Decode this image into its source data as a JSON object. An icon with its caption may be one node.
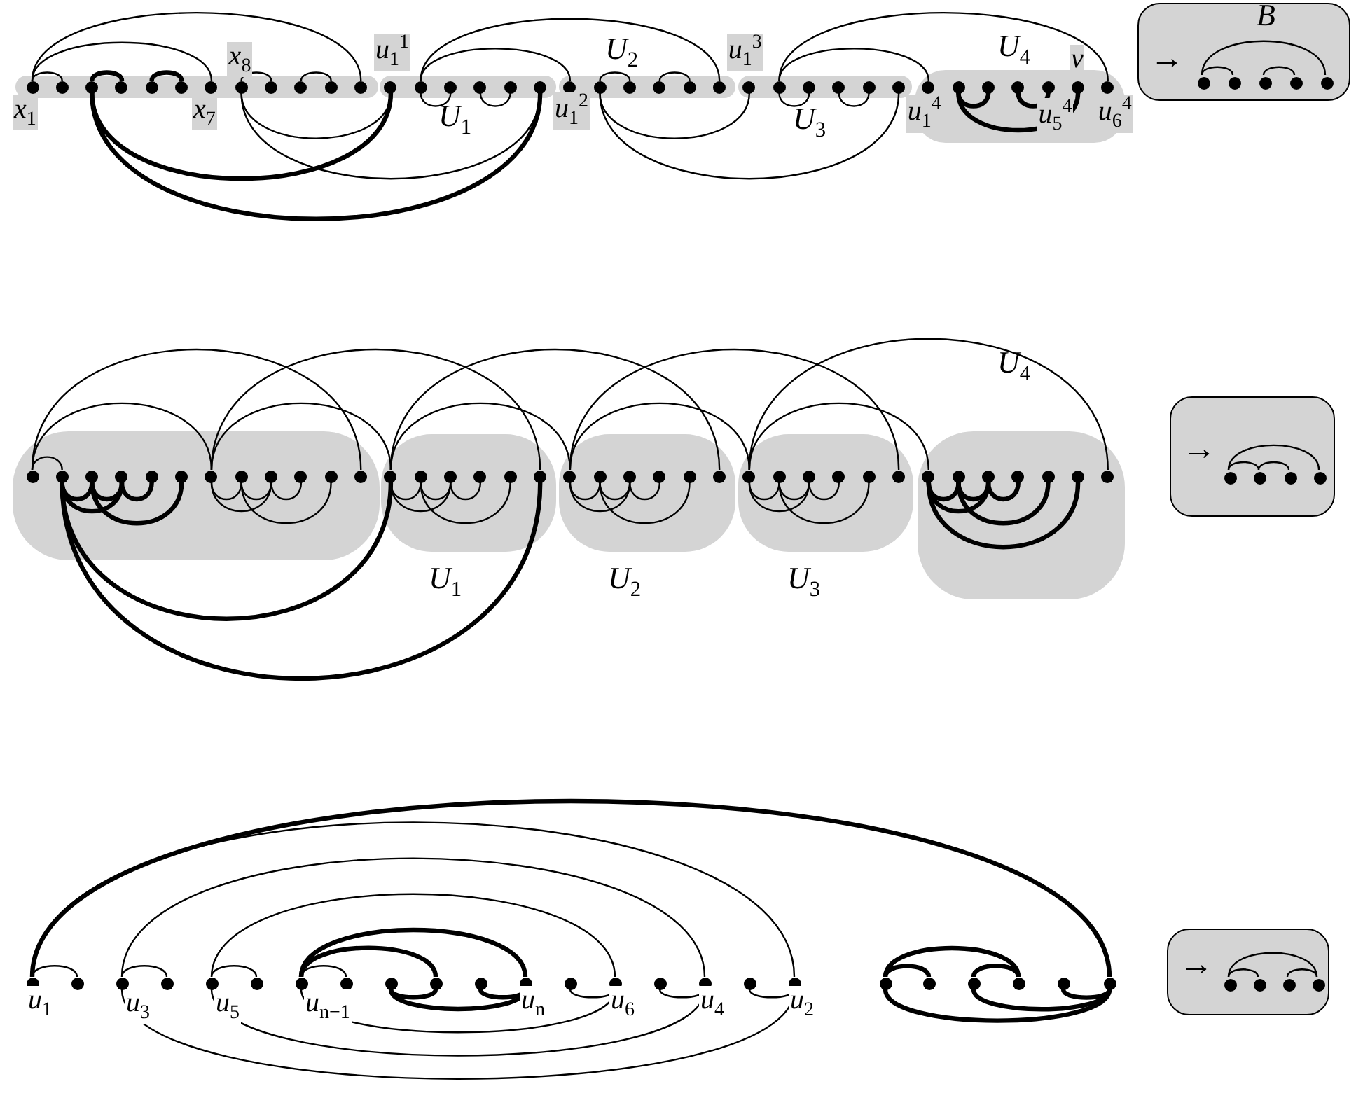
{
  "diagram": {
    "nodes": [
      {
        "text": [],
        "shape": "band"
      },
      {
        "text": [],
        "shape": "circle",
        "in": 0,
        "beside": [
          "x$_{1}$"
        ]
      },
      {
        "text": [],
        "shape": "circle",
        "in": 0
      },
      {
        "text": [],
        "shape": "circle",
        "in": 0
      },
      {
        "text": [],
        "shape": "circle",
        "in": 0
      },
      {
        "text": [],
        "shape": "circle",
        "in": 0
      },
      {
        "text": [],
        "shape": "circle",
        "in": 0
      },
      {
        "text": [],
        "shape": "circle",
        "in": 0,
        "beside": [
          "x$_{7}$"
        ]
      },
      {
        "text": [],
        "shape": "circle",
        "in": 0,
        "beside": [
          "x$_{8}$"
        ]
      },
      {
        "text": [],
        "shape": "circle",
        "in": 0
      },
      {
        "text": [],
        "shape": "circle",
        "in": 0
      },
      {
        "text": [],
        "shape": "circle",
        "in": 0
      },
      {
        "text": [],
        "shape": "circle",
        "in": 0
      },
      {
        "text": [
          "U$_{1}$"
        ]
      },
      {
        "text": [],
        "shape": "circle",
        "in": 13,
        "beside": [
          "u$_{1}$$^{1}$"
        ]
      },
      {
        "text": [],
        "shape": "circle",
        "in": 13
      },
      {
        "text": [],
        "shape": "circle",
        "in": 13
      },
      {
        "text": [],
        "shape": "circle",
        "in": 13
      },
      {
        "text": [],
        "shape": "circle",
        "in": 13
      },
      {
        "text": [],
        "shape": "circle",
        "in": 13
      },
      {
        "text": [
          "U$_{2}$"
        ]
      },
      {
        "text": [],
        "shape": "circle",
        "in": 20,
        "beside": [
          "u$_{1}$$^{2}$"
        ]
      },
      {
        "text": [],
        "shape": "circle",
        "in": 20
      },
      {
        "text": [],
        "shape": "circle",
        "in": 20
      },
      {
        "text": [],
        "shape": "circle",
        "in": 20
      },
      {
        "text": [],
        "shape": "circle",
        "in": 20
      },
      {
        "text": [],
        "shape": "circle",
        "in": 20
      },
      {
        "text": [
          "U$_{3}$"
        ]
      },
      {
        "text": [],
        "shape": "circle",
        "in": 27,
        "beside": [
          "u$_{1}$$^{3}$"
        ]
      },
      {
        "text": [],
        "shape": "circle",
        "in": 27
      },
      {
        "text": [],
        "shape": "circle",
        "in": 27
      },
      {
        "text": [],
        "shape": "circle",
        "in": 27
      },
      {
        "text": [],
        "shape": "circle",
        "in": 27
      },
      {
        "text": [],
        "shape": "circle",
        "in": 27
      },
      {
        "text": [
          "U$_{4}$"
        ]
      },
      {
        "text": [],
        "shape": "circle",
        "in": 34,
        "beside": [
          "u$_{1}$$^{4}$"
        ]
      },
      {
        "text": [],
        "shape": "circle",
        "in": 34
      },
      {
        "text": [],
        "shape": "circle",
        "in": 34
      },
      {
        "text": [],
        "shape": "circle",
        "in": 34
      },
      {
        "text": [],
        "shape": "circle",
        "in": 34,
        "beside": [
          "u$_{5}$$^{4}$"
        ]
      },
      {
        "text": [],
        "shape": "circle",
        "in": 34,
        "beside": [
          "v"
        ]
      },
      {
        "text": [],
        "shape": "circle",
        "in": 34,
        "beside": [
          "u$_{6}$$^{4}$"
        ]
      },
      {
        "text": [
          "B",
          "→"
        ]
      },
      {
        "text": [],
        "shape": "circle",
        "in": 42
      },
      {
        "text": [],
        "shape": "circle",
        "in": 42
      },
      {
        "text": [],
        "shape": "circle",
        "in": 42
      },
      {
        "text": [],
        "shape": "circle",
        "in": 42
      },
      {
        "text": [],
        "shape": "circle",
        "in": 42
      },
      {
        "text": [],
        "shape": "band"
      },
      {
        "text": [],
        "shape": "circle",
        "in": 48
      },
      {
        "text": [],
        "shape": "circle",
        "in": 48
      },
      {
        "text": [],
        "shape": "circle",
        "in": 48
      },
      {
        "text": [],
        "shape": "circle",
        "in": 48
      },
      {
        "text": [],
        "shape": "circle",
        "in": 48
      },
      {
        "text": [],
        "shape": "circle",
        "in": 48
      },
      {
        "text": [],
        "shape": "circle",
        "in": 48
      },
      {
        "text": [],
        "shape": "circle",
        "in": 48
      },
      {
        "text": [],
        "shape": "circle",
        "in": 48
      },
      {
        "text": [],
        "shape": "circle",
        "in": 48
      },
      {
        "text": [],
        "shape": "circle",
        "in": 48
      },
      {
        "text": [],
        "shape": "circle",
        "in": 48
      },
      {
        "text": [
          "U$_{1}$"
        ]
      },
      {
        "text": [],
        "shape": "circle",
        "in": 61
      },
      {
        "text": [],
        "shape": "circle",
        "in": 61
      },
      {
        "text": [],
        "shape": "circle",
        "in": 61
      },
      {
        "text": [],
        "shape": "circle",
        "in": 61
      },
      {
        "text": [],
        "shape": "circle",
        "in": 61
      },
      {
        "text": [],
        "shape": "circle",
        "in": 61
      },
      {
        "text": [
          "U$_{2}$"
        ]
      },
      {
        "text": [],
        "shape": "circle",
        "in": 68
      },
      {
        "text": [],
        "shape": "circle",
        "in": 68
      },
      {
        "text": [],
        "shape": "circle",
        "in": 68
      },
      {
        "text": [],
        "shape": "circle",
        "in": 68
      },
      {
        "text": [],
        "shape": "circle",
        "in": 68
      },
      {
        "text": [],
        "shape": "circle",
        "in": 68
      },
      {
        "text": [
          "U$_{3}$"
        ]
      },
      {
        "text": [],
        "shape": "circle",
        "in": 75
      },
      {
        "text": [],
        "shape": "circle",
        "in": 75
      },
      {
        "text": [],
        "shape": "circle",
        "in": 75
      },
      {
        "text": [],
        "shape": "circle",
        "in": 75
      },
      {
        "text": [],
        "shape": "circle",
        "in": 75
      },
      {
        "text": [],
        "shape": "circle",
        "in": 75
      },
      {
        "text": [
          "U$_{4}$"
        ]
      },
      {
        "text": [],
        "shape": "circle",
        "in": 82
      },
      {
        "text": [],
        "shape": "circle",
        "in": 82
      },
      {
        "text": [],
        "shape": "circle",
        "in": 82
      },
      {
        "text": [],
        "shape": "circle",
        "in": 82
      },
      {
        "text": [],
        "shape": "circle",
        "in": 82
      },
      {
        "text": [],
        "shape": "circle",
        "in": 82
      },
      {
        "text": [],
        "shape": "circle",
        "in": 82
      },
      {
        "text": [
          "→"
        ]
      },
      {
        "text": [],
        "shape": "circle",
        "in": 90
      },
      {
        "text": [],
        "shape": "circle",
        "in": 90
      },
      {
        "text": [],
        "shape": "circle",
        "in": 90
      },
      {
        "text": [],
        "shape": "circle",
        "in": 90
      },
      {
        "text": [],
        "shape": "circle",
        "beside": [
          "u$_{1}$"
        ]
      },
      {
        "text": [],
        "shape": "circle"
      },
      {
        "text": [],
        "shape": "circle",
        "beside": [
          "u$_{3}$"
        ]
      },
      {
        "text": [],
        "shape": "circle"
      },
      {
        "text": [],
        "shape": "circle",
        "beside": [
          "u$_{5}$"
        ]
      },
      {
        "text": [],
        "shape": "circle"
      },
      {
        "text": [],
        "shape": "circle",
        "beside": [
          "u$_{n−1}$"
        ]
      },
      {
        "text": [],
        "shape": "circle"
      },
      {
        "text": [],
        "shape": "circle"
      },
      {
        "text": [],
        "shape": "circle"
      },
      {
        "text": [],
        "shape": "circle"
      },
      {
        "text": [],
        "shape": "circle",
        "beside": [
          "u$_{n}$"
        ]
      },
      {
        "text": [],
        "shape": "circle"
      },
      {
        "text": [],
        "shape": "circle",
        "beside": [
          "u$_{6}$"
        ]
      },
      {
        "text": [],
        "shape": "circle"
      },
      {
        "text": [],
        "shape": "circle",
        "beside": [
          "u$_{4}$"
        ]
      },
      {
        "text": [],
        "shape": "circle"
      },
      {
        "text": [],
        "shape": "circle",
        "beside": [
          "u$_{2}$"
        ]
      },
      {
        "text": [],
        "shape": "circle"
      },
      {
        "text": [],
        "shape": "circle"
      },
      {
        "text": [],
        "shape": "circle"
      },
      {
        "text": [],
        "shape": "circle"
      },
      {
        "text": [],
        "shape": "circle"
      },
      {
        "text": [],
        "shape": "circle"
      },
      {
        "text": [
          "→"
        ]
      },
      {
        "text": [],
        "shape": "circle",
        "in": 119
      },
      {
        "text": [],
        "shape": "circle",
        "in": 119
      },
      {
        "text": [],
        "shape": "circle",
        "in": 119
      },
      {
        "text": [],
        "shape": "circle",
        "in": 119
      }
    ],
    "edges": [
      {
        "from": 1,
        "to": 12,
        "arrow": "none"
      },
      {
        "from": 1,
        "to": 7,
        "arrow": "none"
      },
      {
        "from": 1,
        "to": 2,
        "arrow": "none"
      },
      {
        "from": 3,
        "to": 4,
        "arrow": "none",
        "style": "thick"
      },
      {
        "from": 5,
        "to": 6,
        "arrow": "none",
        "style": "thick"
      },
      {
        "from": 8,
        "to": 9,
        "arrow": "none"
      },
      {
        "from": 10,
        "to": 11,
        "arrow": "none"
      },
      {
        "from": 15,
        "to": 26,
        "arrow": "none"
      },
      {
        "from": 15,
        "to": 21,
        "arrow": "none"
      },
      {
        "from": 22,
        "to": 23,
        "arrow": "none"
      },
      {
        "from": 24,
        "to": 25,
        "arrow": "none"
      },
      {
        "from": 29,
        "to": 41,
        "arrow": "none"
      },
      {
        "from": 29,
        "to": 35,
        "arrow": "none"
      },
      {
        "from": 15,
        "to": 16,
        "arrow": "none"
      },
      {
        "from": 17,
        "to": 18,
        "arrow": "none"
      },
      {
        "from": 8,
        "to": 14,
        "arrow": "none"
      },
      {
        "from": 8,
        "to": 19,
        "arrow": "none"
      },
      {
        "from": 3,
        "to": 14,
        "arrow": "none",
        "style": "thick"
      },
      {
        "from": 3,
        "to": 19,
        "arrow": "none",
        "style": "thick"
      },
      {
        "from": 22,
        "to": 28,
        "arrow": "none"
      },
      {
        "from": 22,
        "to": 33,
        "arrow": "none"
      },
      {
        "from": 29,
        "to": 30,
        "arrow": "none"
      },
      {
        "from": 31,
        "to": 32,
        "arrow": "none"
      },
      {
        "from": 36,
        "to": 37,
        "arrow": "none",
        "style": "thick"
      },
      {
        "from": 38,
        "to": 39,
        "arrow": "none",
        "style": "thick"
      },
      {
        "from": 36,
        "to": 40,
        "arrow": "none",
        "style": "thick"
      },
      {
        "from": 43,
        "to": 47,
        "arrow": "none"
      },
      {
        "from": 43,
        "to": 44,
        "arrow": "none"
      },
      {
        "from": 45,
        "to": 46,
        "arrow": "none"
      },
      {
        "from": 49,
        "to": 60,
        "arrow": "none"
      },
      {
        "from": 49,
        "to": 55,
        "arrow": "none"
      },
      {
        "from": 49,
        "to": 50,
        "arrow": "none"
      },
      {
        "from": 55,
        "to": 62,
        "arrow": "none"
      },
      {
        "from": 55,
        "to": 67,
        "arrow": "none"
      },
      {
        "from": 62,
        "to": 69,
        "arrow": "none"
      },
      {
        "from": 62,
        "to": 74,
        "arrow": "none"
      },
      {
        "from": 69,
        "to": 76,
        "arrow": "none"
      },
      {
        "from": 69,
        "to": 81,
        "arrow": "none"
      },
      {
        "from": 76,
        "to": 83,
        "arrow": "none"
      },
      {
        "from": 76,
        "to": 89,
        "arrow": "none"
      },
      {
        "from": 50,
        "to": 51,
        "arrow": "none",
        "style": "thick"
      },
      {
        "from": 50,
        "to": 52,
        "arrow": "none",
        "style": "thick"
      },
      {
        "from": 51,
        "to": 52,
        "arrow": "none",
        "style": "thick"
      },
      {
        "from": 51,
        "to": 54,
        "arrow": "none",
        "style": "thick"
      },
      {
        "from": 52,
        "to": 53,
        "arrow": "none",
        "style": "thick"
      },
      {
        "from": 55,
        "to": 56,
        "arrow": "none"
      },
      {
        "from": 55,
        "to": 57,
        "arrow": "none"
      },
      {
        "from": 56,
        "to": 57,
        "arrow": "none"
      },
      {
        "from": 56,
        "to": 59,
        "arrow": "none"
      },
      {
        "from": 57,
        "to": 58,
        "arrow": "none"
      },
      {
        "from": 62,
        "to": 63,
        "arrow": "none"
      },
      {
        "from": 62,
        "to": 64,
        "arrow": "none"
      },
      {
        "from": 63,
        "to": 64,
        "arrow": "none"
      },
      {
        "from": 63,
        "to": 66,
        "arrow": "none"
      },
      {
        "from": 64,
        "to": 65,
        "arrow": "none"
      },
      {
        "from": 69,
        "to": 70,
        "arrow": "none"
      },
      {
        "from": 69,
        "to": 71,
        "arrow": "none"
      },
      {
        "from": 70,
        "to": 71,
        "arrow": "none"
      },
      {
        "from": 70,
        "to": 73,
        "arrow": "none"
      },
      {
        "from": 71,
        "to": 72,
        "arrow": "none"
      },
      {
        "from": 76,
        "to": 77,
        "arrow": "none"
      },
      {
        "from": 76,
        "to": 78,
        "arrow": "none"
      },
      {
        "from": 77,
        "to": 78,
        "arrow": "none"
      },
      {
        "from": 77,
        "to": 80,
        "arrow": "none"
      },
      {
        "from": 78,
        "to": 79,
        "arrow": "none"
      },
      {
        "from": 83,
        "to": 84,
        "arrow": "none",
        "style": "thick"
      },
      {
        "from": 83,
        "to": 85,
        "arrow": "none",
        "style": "thick"
      },
      {
        "from": 84,
        "to": 85,
        "arrow": "none",
        "style": "thick"
      },
      {
        "from": 84,
        "to": 87,
        "arrow": "none",
        "style": "thick"
      },
      {
        "from": 85,
        "to": 86,
        "arrow": "none",
        "style": "thick"
      },
      {
        "from": 83,
        "to": 88,
        "arrow": "none",
        "style": "thick"
      },
      {
        "from": 50,
        "to": 62,
        "arrow": "none",
        "style": "thick"
      },
      {
        "from": 50,
        "to": 67,
        "arrow": "none",
        "style": "thick"
      },
      {
        "from": 91,
        "to": 94,
        "arrow": "none"
      },
      {
        "from": 91,
        "to": 92,
        "arrow": "none"
      },
      {
        "from": 92,
        "to": 93,
        "arrow": "none"
      },
      {
        "from": 95,
        "to": 118,
        "arrow": "none",
        "style": "thick"
      },
      {
        "from": 95,
        "to": 112,
        "arrow": "none"
      },
      {
        "from": 97,
        "to": 110,
        "arrow": "none"
      },
      {
        "from": 99,
        "to": 108,
        "arrow": "none"
      },
      {
        "from": 101,
        "to": 106,
        "arrow": "none",
        "style": "thick"
      },
      {
        "from": 101,
        "to": 104,
        "arrow": "none",
        "style": "thick"
      },
      {
        "from": 95,
        "to": 96,
        "arrow": "none"
      },
      {
        "from": 97,
        "to": 98,
        "arrow": "none"
      },
      {
        "from": 99,
        "to": 100,
        "arrow": "none"
      },
      {
        "from": 101,
        "to": 102,
        "arrow": "none"
      },
      {
        "from": 113,
        "to": 116,
        "arrow": "none",
        "style": "thick"
      },
      {
        "from": 113,
        "to": 114,
        "arrow": "none",
        "style": "thick"
      },
      {
        "from": 115,
        "to": 116,
        "arrow": "none",
        "style": "thick"
      },
      {
        "from": 103,
        "to": 104,
        "arrow": "none",
        "style": "thick"
      },
      {
        "from": 103,
        "to": 106,
        "arrow": "none",
        "style": "thick"
      },
      {
        "from": 105,
        "to": 106,
        "arrow": "none",
        "style": "thick"
      },
      {
        "from": 107,
        "to": 108,
        "arrow": "none"
      },
      {
        "from": 109,
        "to": 110,
        "arrow": "none"
      },
      {
        "from": 111,
        "to": 112,
        "arrow": "none"
      },
      {
        "from": 101,
        "to": 108,
        "arrow": "none"
      },
      {
        "from": 99,
        "to": 110,
        "arrow": "none"
      },
      {
        "from": 97,
        "to": 112,
        "arrow": "none"
      },
      {
        "from": 113,
        "to": 118,
        "arrow": "none",
        "style": "thick"
      },
      {
        "from": 115,
        "to": 118,
        "arrow": "none",
        "style": "thick"
      },
      {
        "from": 117,
        "to": 118,
        "arrow": "none",
        "style": "thick"
      },
      {
        "from": 120,
        "to": 123,
        "arrow": "none"
      },
      {
        "from": 120,
        "to": 121,
        "arrow": "none"
      },
      {
        "from": 122,
        "to": 123,
        "arrow": "none"
      }
    ]
  }
}
